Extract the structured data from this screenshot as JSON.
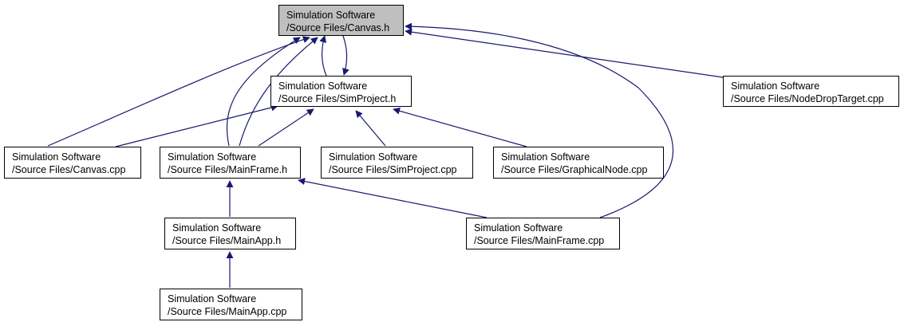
{
  "colors": {
    "edge": "#191970",
    "highlight": "#bfbfbf",
    "border": "#000000"
  },
  "nodes": {
    "canvas_h": {
      "line1": "Simulation Software",
      "line2": "/Source Files/Canvas.h"
    },
    "simproject_h": {
      "line1": "Simulation Software",
      "line2": "/Source Files/SimProject.h"
    },
    "nodedroptarget_cpp": {
      "line1": "Simulation Software",
      "line2": "/Source Files/NodeDropTarget.cpp"
    },
    "canvas_cpp": {
      "line1": "Simulation Software",
      "line2": "/Source Files/Canvas.cpp"
    },
    "mainframe_h": {
      "line1": "Simulation Software",
      "line2": "/Source Files/MainFrame.h"
    },
    "simproject_cpp": {
      "line1": "Simulation Software",
      "line2": "/Source Files/SimProject.cpp"
    },
    "graphicalnode_cpp": {
      "line1": "Simulation Software",
      "line2": "/Source Files/GraphicalNode.cpp"
    },
    "mainapp_h": {
      "line1": "Simulation Software",
      "line2": "/Source Files/MainApp.h"
    },
    "mainframe_cpp": {
      "line1": "Simulation Software",
      "line2": "/Source Files/MainFrame.cpp"
    },
    "mainapp_cpp": {
      "line1": "Simulation Software",
      "line2": "/Source Files/MainApp.cpp"
    }
  },
  "edges": [
    {
      "from": "simproject_h",
      "to": "canvas_h"
    },
    {
      "from": "canvas_h",
      "to": "simproject_h"
    },
    {
      "from": "nodedroptarget_cpp",
      "to": "canvas_h"
    },
    {
      "from": "canvas_cpp",
      "to": "canvas_h"
    },
    {
      "from": "mainframe_h",
      "to": "canvas_h"
    },
    {
      "from": "mainframe_h",
      "to": "canvas_h"
    },
    {
      "from": "mainframe_cpp",
      "to": "canvas_h"
    },
    {
      "from": "canvas_cpp",
      "to": "simproject_h"
    },
    {
      "from": "mainframe_h",
      "to": "simproject_h"
    },
    {
      "from": "simproject_cpp",
      "to": "simproject_h"
    },
    {
      "from": "graphicalnode_cpp",
      "to": "simproject_h"
    },
    {
      "from": "mainapp_h",
      "to": "mainframe_h"
    },
    {
      "from": "mainframe_cpp",
      "to": "mainframe_h"
    },
    {
      "from": "mainapp_cpp",
      "to": "mainapp_h"
    }
  ]
}
